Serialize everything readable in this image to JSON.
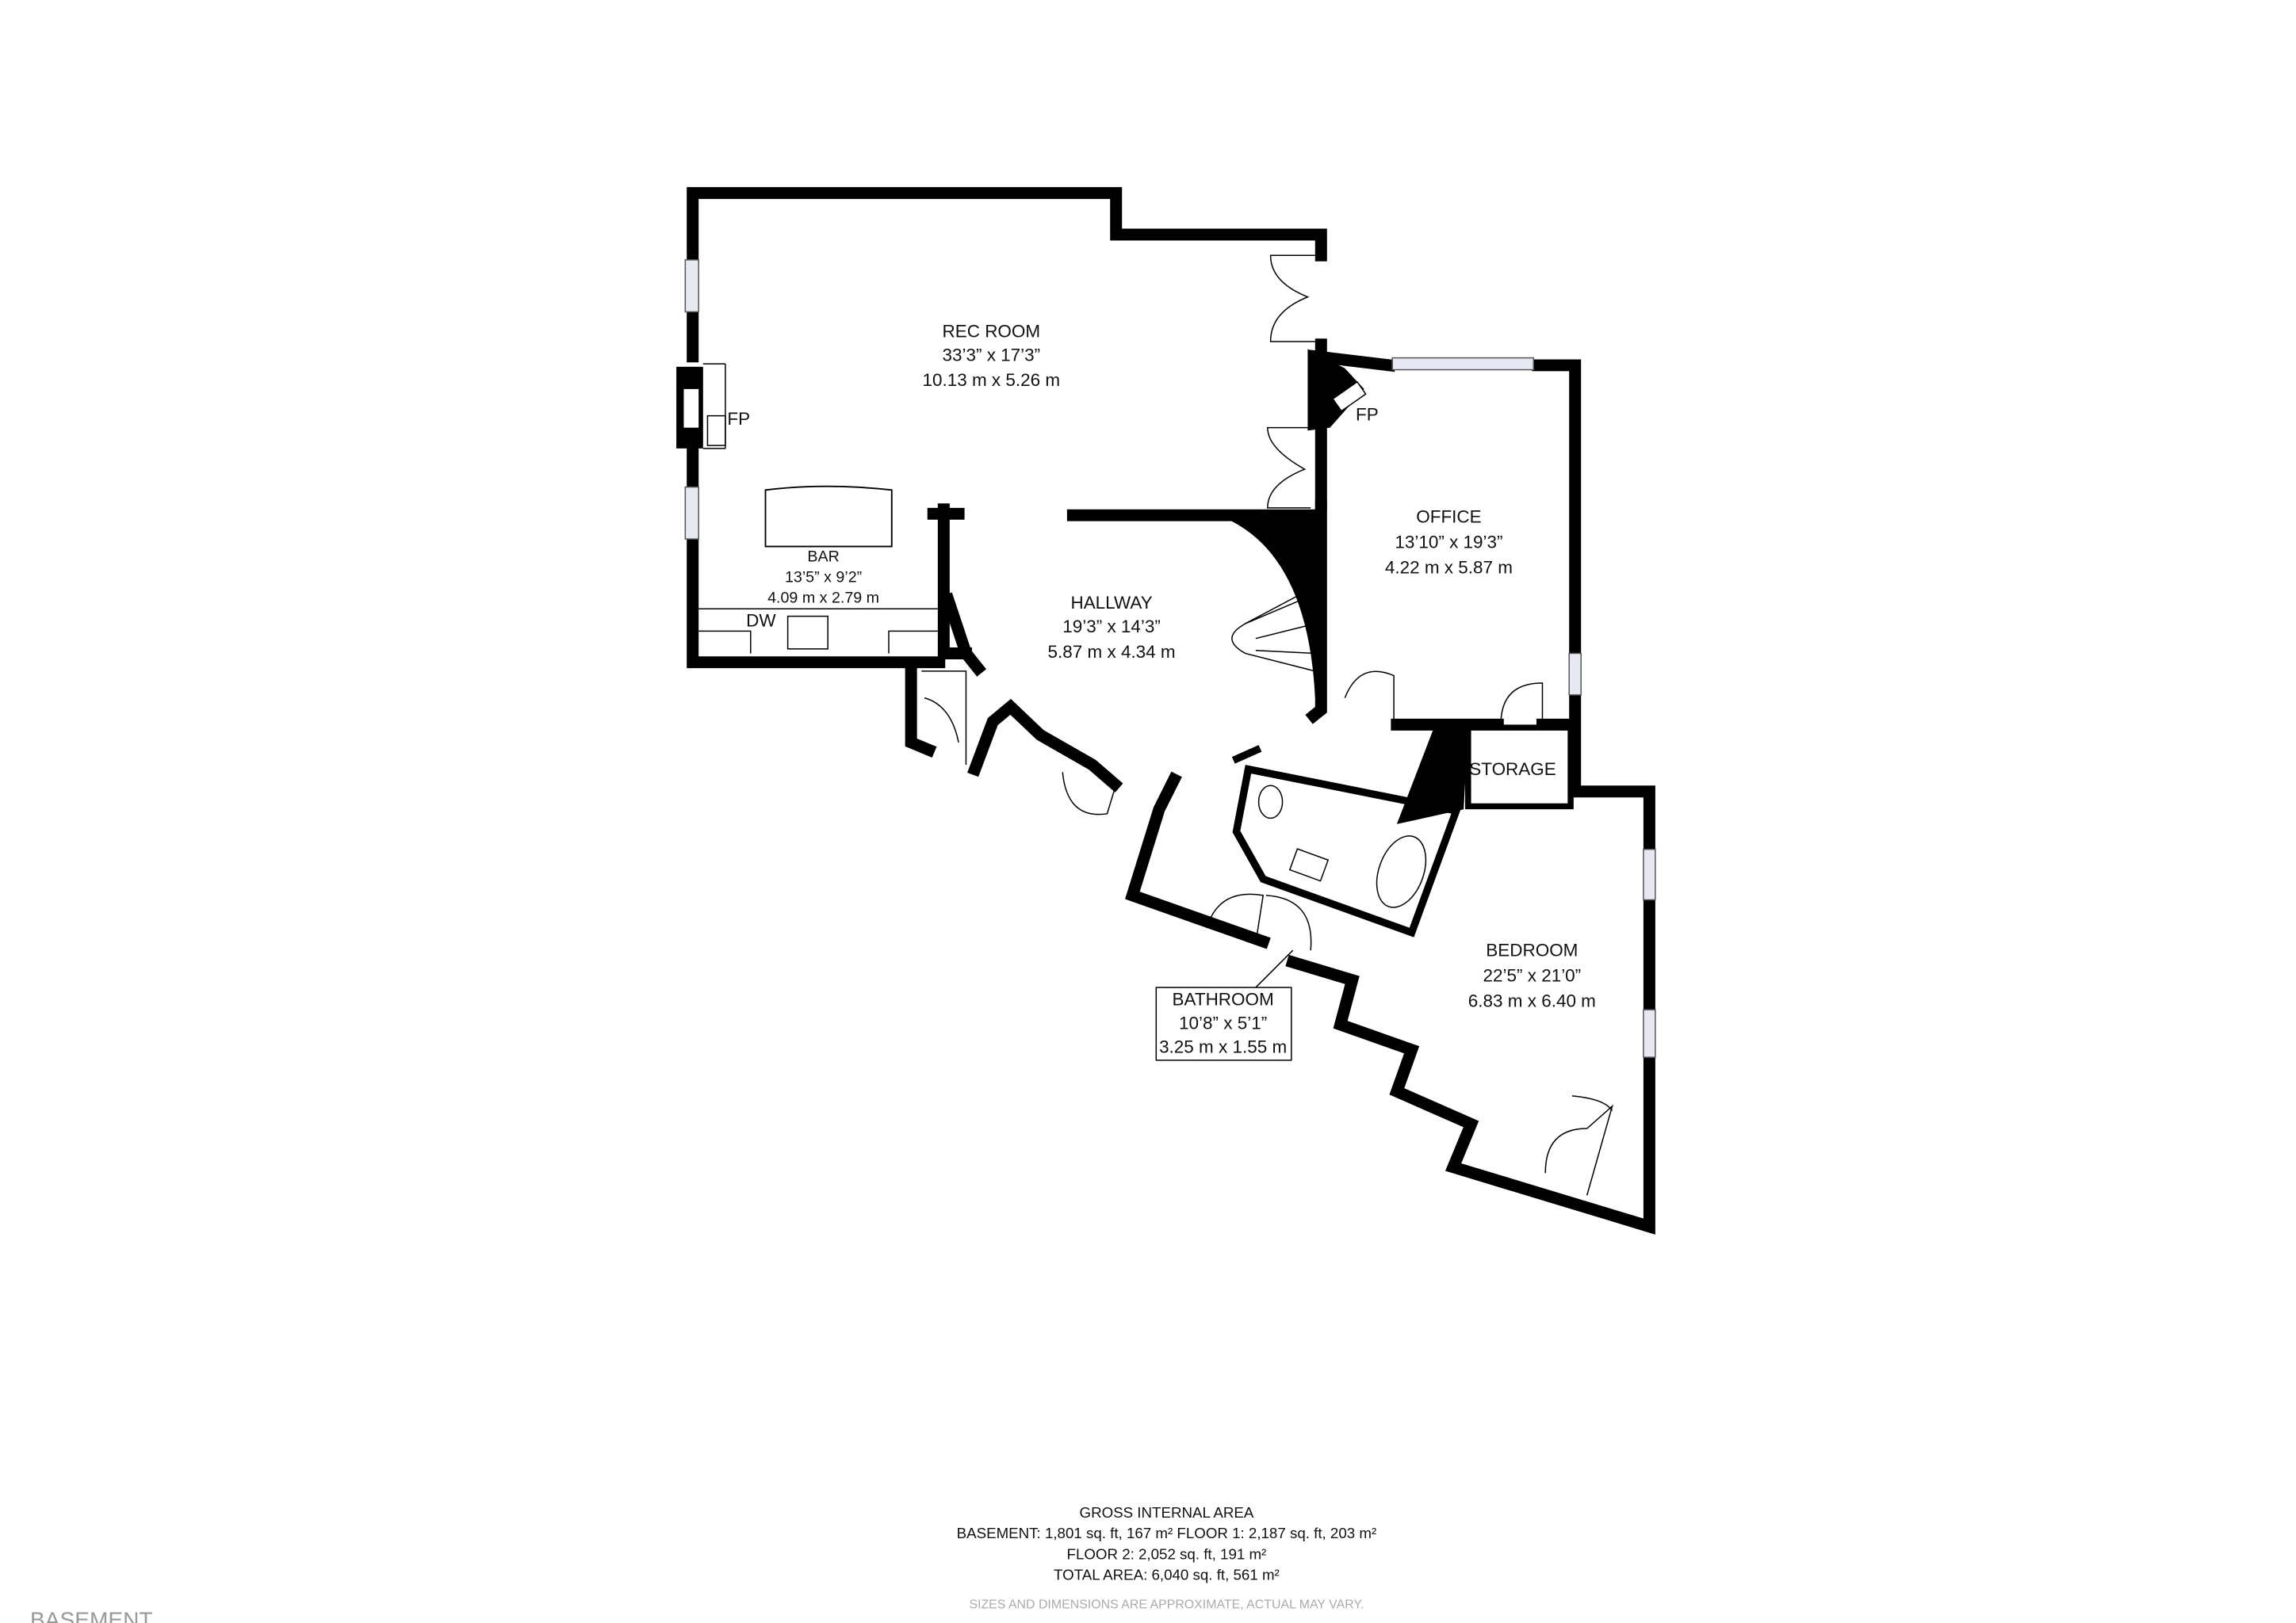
{
  "rooms": {
    "rec_room": {
      "name": "REC ROOM",
      "imperial": "33’3” x 17’3”",
      "metric": "10.13 m x 5.26 m"
    },
    "bar": {
      "name": "BAR",
      "imperial": "13’5” x 9’2”",
      "metric": "4.09 m x 2.79 m"
    },
    "hallway": {
      "name": "HALLWAY",
      "imperial": "19’3” x 14’3”",
      "metric": "5.87 m x 4.34 m"
    },
    "office": {
      "name": "OFFICE",
      "imperial": "13’10” x 19’3”",
      "metric": "4.22 m x 5.87 m"
    },
    "storage": {
      "name": "STORAGE"
    },
    "bedroom": {
      "name": "BEDROOM",
      "imperial": "22’5” x 21’0”",
      "metric": "6.83 m x 6.40 m"
    },
    "bathroom": {
      "name": "BATHROOM",
      "imperial": "10’8” x 5’1”",
      "metric": "3.25 m x 1.55 m"
    }
  },
  "fixtures": {
    "fp_rec": "FP",
    "fp_office": "FP",
    "dw": "DW"
  },
  "area": {
    "title": "GROSS INTERNAL AREA",
    "line1": "BASEMENT: 1,801 sq. ft, 167 m² FLOOR 1: 2,187 sq. ft, 203 m²",
    "line2": "FLOOR 2: 2,052 sq. ft, 191 m²",
    "line3": "TOTAL AREA: 6,040 sq. ft, 561 m²",
    "disclaimer": "SIZES AND DIMENSIONS ARE APPROXIMATE, ACTUAL MAY VARY."
  },
  "floor_label": "BASEMENT"
}
